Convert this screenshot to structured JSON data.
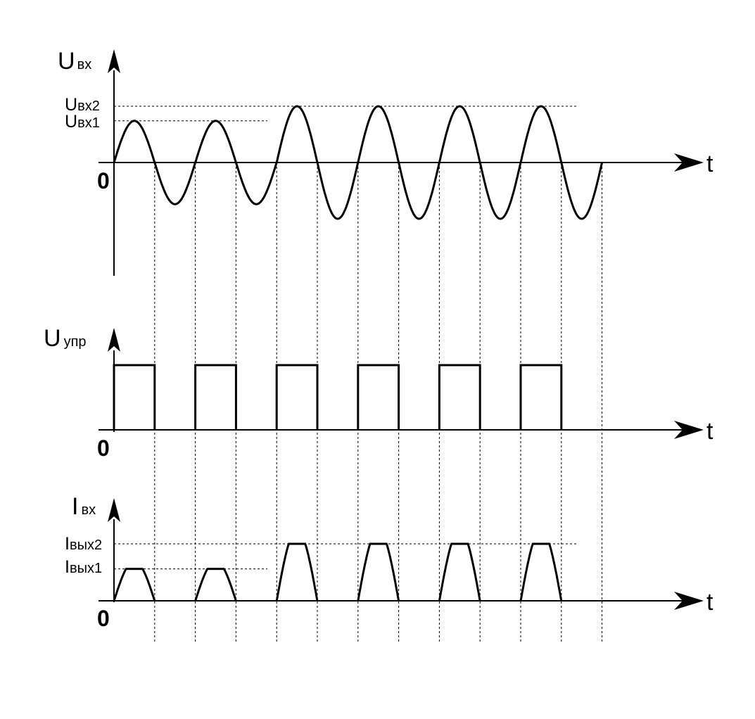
{
  "diagram": {
    "labels": {
      "uin_axis": {
        "main": "U",
        "sub": "вх"
      },
      "uin_level2": {
        "main": "U",
        "sub": "вх2"
      },
      "uin_level1": {
        "main": "U",
        "sub": "вх1"
      },
      "uctrl_axis": {
        "main": "U",
        "sub": "упр"
      },
      "iin_axis": {
        "main": "I",
        "sub": "вх"
      },
      "iout_level2": {
        "main": "I",
        "sub": "вых2"
      },
      "iout_level1": {
        "main": "I",
        "sub": "вых1"
      },
      "zero": "0",
      "time": "t"
    },
    "waveforms": {
      "half_periods": 12,
      "small_amplitude_periods": 2,
      "input_amplitude_ratio": 0.74,
      "output_amplitude_ratio": 0.56
    },
    "colors": {
      "line": "#000000",
      "background": "#ffffff"
    }
  }
}
